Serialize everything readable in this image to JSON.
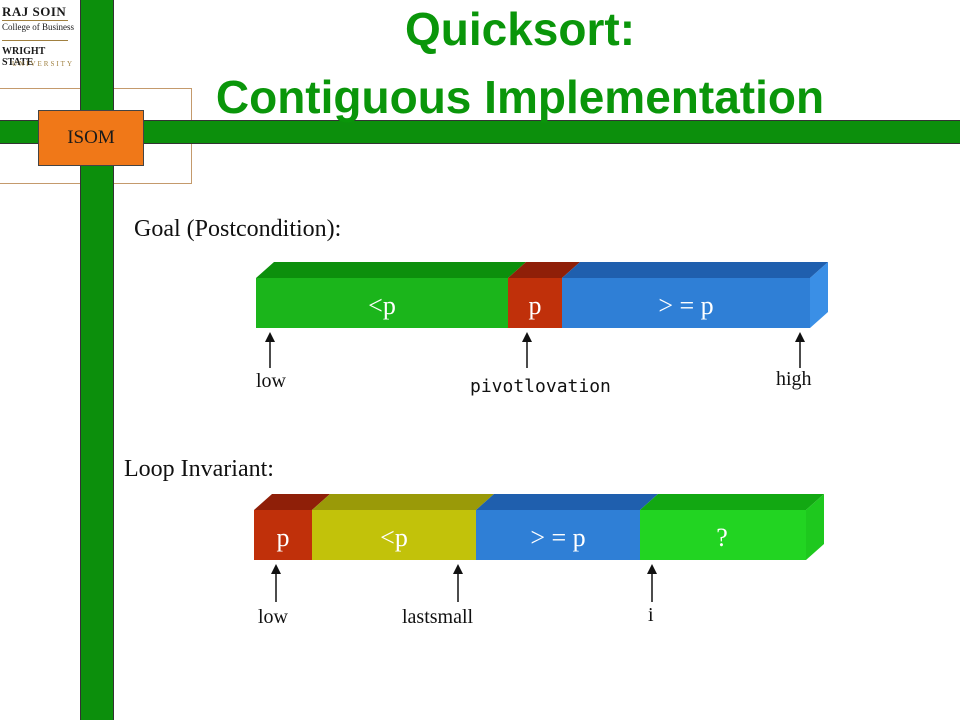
{
  "logo": {
    "line1": "RAJ SOIN",
    "line2": "College of Business",
    "line3": "WRIGHT STATE",
    "line4": "UNIVERSITY"
  },
  "badge": "ISOM",
  "title": {
    "line1": "Quicksort:",
    "line2": "Contiguous Implementation"
  },
  "goal": {
    "heading": "Goal (Postcondition):",
    "segments": [
      {
        "label": "<p",
        "front": "#1bb51b",
        "top": "#0c8f0c"
      },
      {
        "label": "p",
        "front": "#c0300a",
        "top": "#8f1f08"
      },
      {
        "label": "> = p",
        "front": "#2f7fd6",
        "top": "#1f5fae"
      }
    ],
    "side_color": "#3a8fe6",
    "pointers": [
      "low",
      "pivotlovation",
      "high"
    ]
  },
  "invariant": {
    "heading": "Loop Invariant:",
    "segments": [
      {
        "label": "p",
        "front": "#c0300a",
        "top": "#8f1f08"
      },
      {
        "label": "<p",
        "front": "#c2c20a",
        "top": "#9a9a08"
      },
      {
        "label": "> = p",
        "front": "#2f7fd6",
        "top": "#1f5fae"
      },
      {
        "label": "?",
        "front": "#22d422",
        "top": "#12a812"
      }
    ],
    "side_color": "#1ec81e",
    "pointers": [
      "low",
      "lastsmall",
      "i"
    ]
  },
  "colors": {
    "frame_green": "#0c8f0c",
    "badge_orange": "#f07818",
    "title_green": "#0a960a"
  }
}
